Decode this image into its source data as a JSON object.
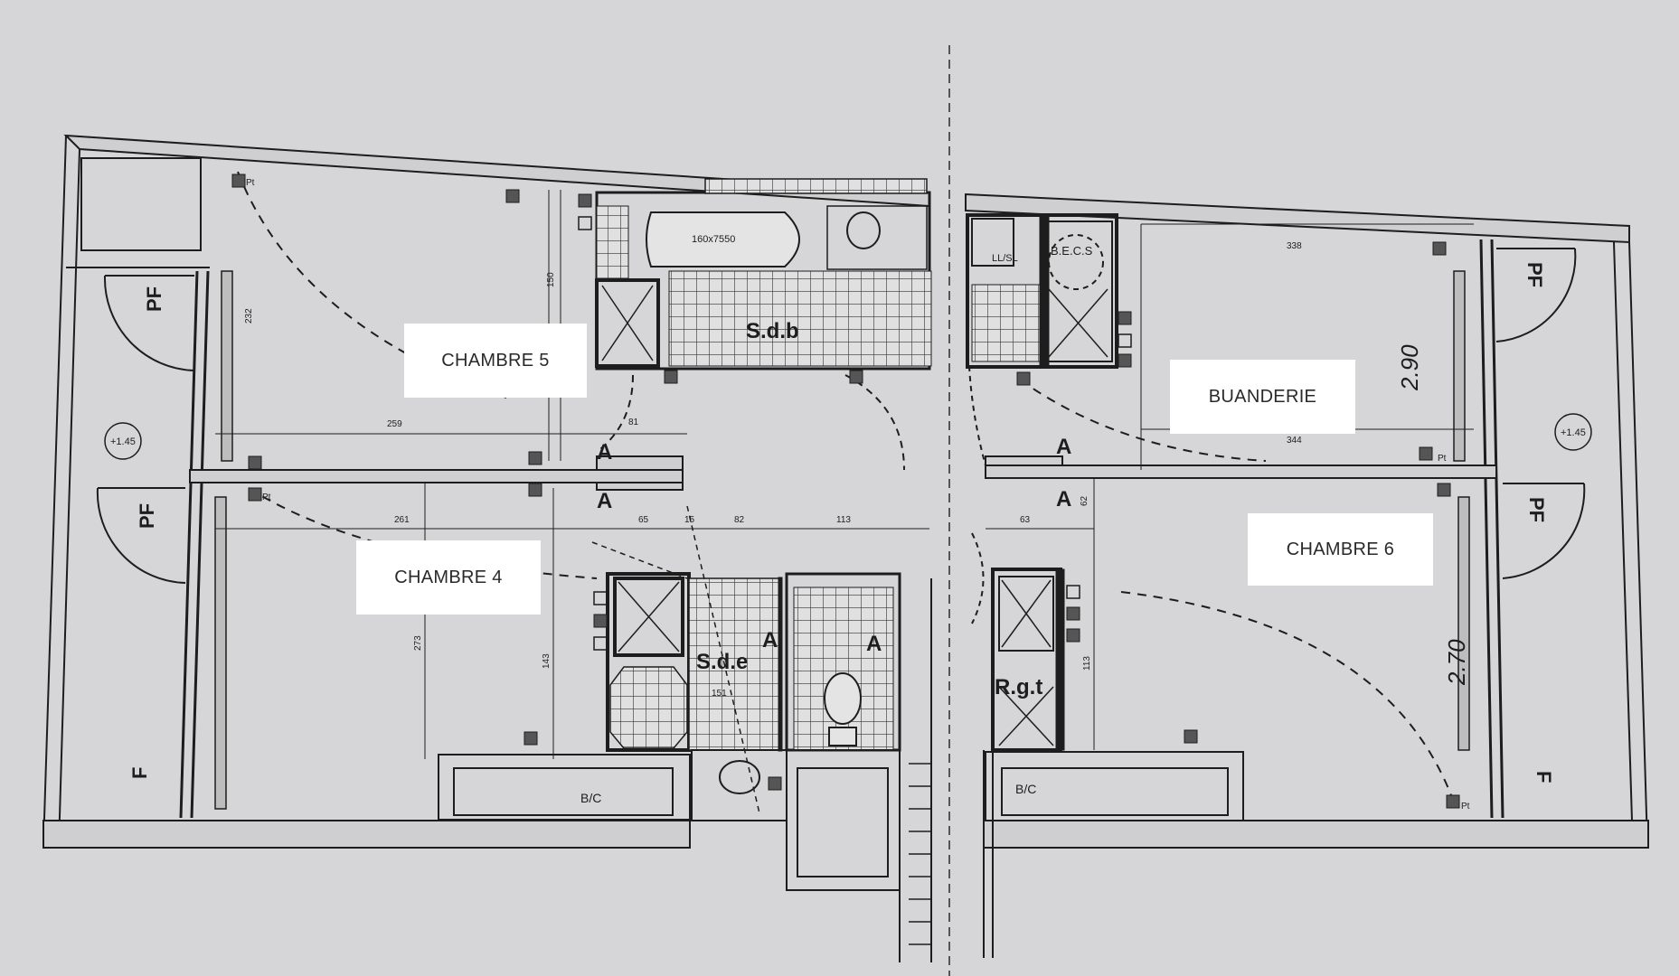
{
  "labels": {
    "chambre5": "CHAMBRE 5",
    "chambre4": "CHAMBRE 4",
    "buanderie": "BUANDERIE",
    "chambre6": "CHAMBRE 6"
  },
  "marks": {
    "pf": "PF",
    "f": "F",
    "sdb": "S.d.b",
    "sde": "S.d.e",
    "rgt": "R.g.t",
    "becs": "B.E.C.S",
    "ll_sl": "LL/SL",
    "bath": "160x7550",
    "level": "+1.45",
    "a": "A",
    "bc": "B/C",
    "pt": "Pt"
  },
  "dimensions": {
    "d150": "150",
    "d232": "232",
    "d259": "259",
    "d81": "81",
    "d261": "261",
    "d273": "273",
    "d143": "143",
    "d65": "65",
    "d15": "15",
    "d82": "82",
    "d113": "113",
    "d151": "151",
    "d338": "338",
    "d344": "344",
    "d63": "63",
    "d113b": "113",
    "d62": "62"
  },
  "handwritten": {
    "h1": "2.90",
    "h2": "2.70"
  },
  "colors": {
    "paper": "#d6d6d8",
    "line": "#1d1d1d",
    "label_bg": "#ffffff"
  }
}
